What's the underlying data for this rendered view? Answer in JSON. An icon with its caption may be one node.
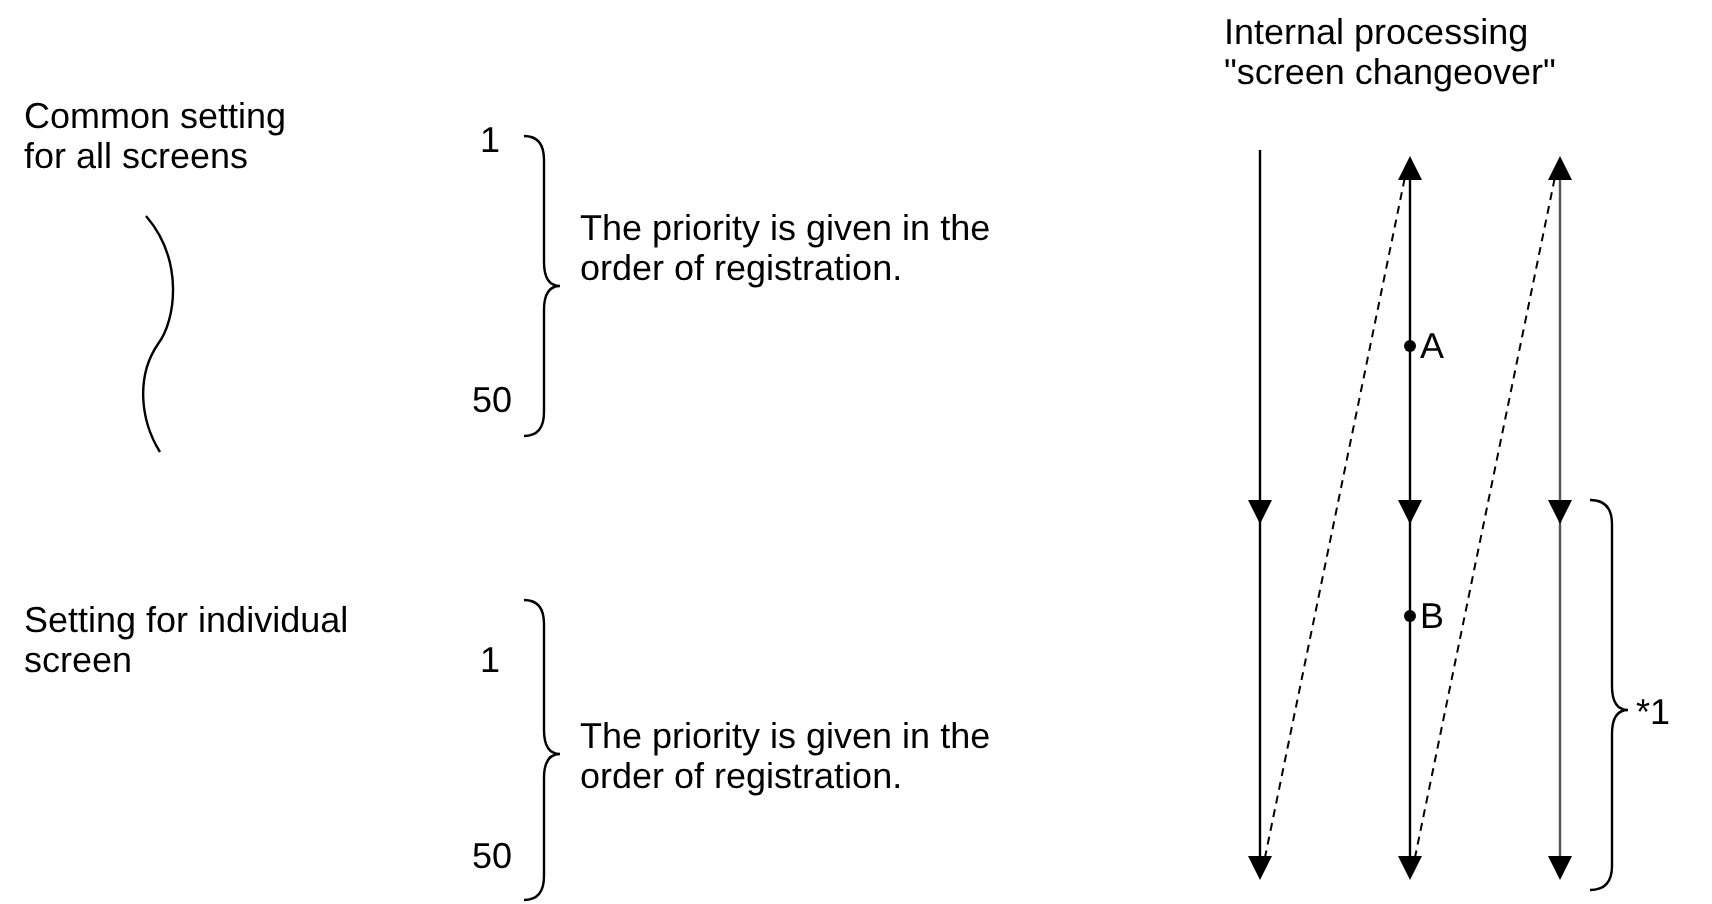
{
  "diagram": {
    "labels": [
      "Internal processing \"screen changeover\"",
      "Common setting for all screens",
      "1",
      "The priority is given in the order of registration.",
      "A",
      "50",
      "Setting for individual screen",
      "1",
      "B",
      "*1",
      "The priority is given in the order of registration.",
      "50"
    ]
  }
}
